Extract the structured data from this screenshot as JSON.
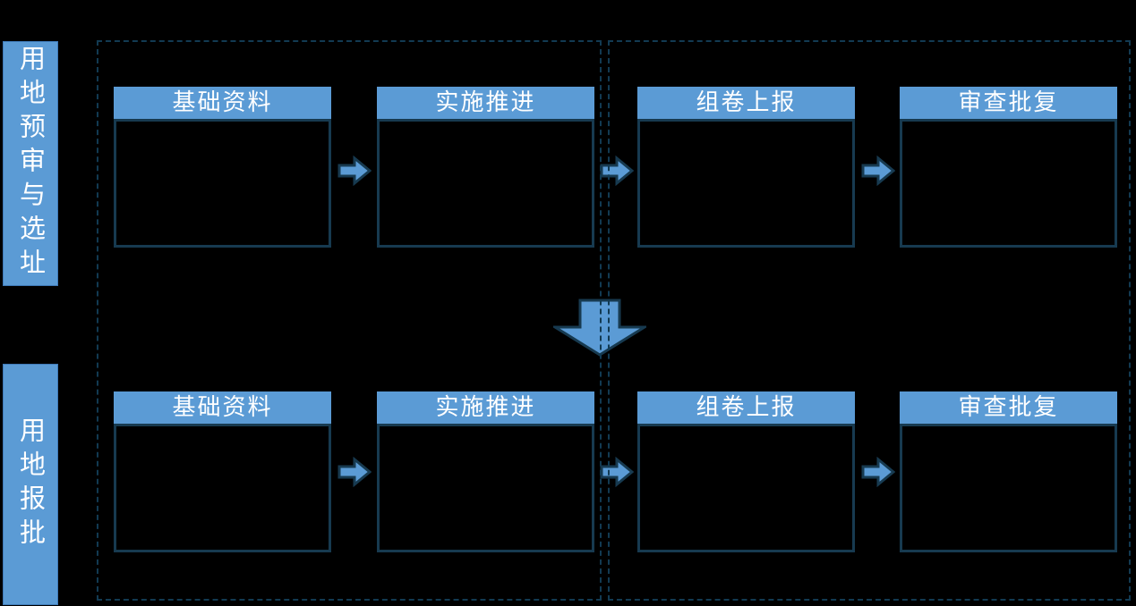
{
  "diagram": {
    "title_implicit": "",
    "rows": [
      {
        "label": "用地预审与选址",
        "stages": [
          {
            "title": "基础资料"
          },
          {
            "title": "实施推进"
          },
          {
            "title": "组卷上报"
          },
          {
            "title": "审查批复"
          }
        ]
      },
      {
        "label": "用地报批",
        "stages": [
          {
            "title": "基础资料"
          },
          {
            "title": "实施推进"
          },
          {
            "title": "组卷上报"
          },
          {
            "title": "审查批复"
          }
        ]
      }
    ],
    "icons": {
      "stage_connector": "right-arrow-icon",
      "row_connector": "down-arrow-icon"
    },
    "colors": {
      "background": "#000000",
      "accent_blue": "#5b9bd5",
      "box_border": "#173a50",
      "dashed_border": "#123a52",
      "label_text": "#ffffff"
    }
  }
}
